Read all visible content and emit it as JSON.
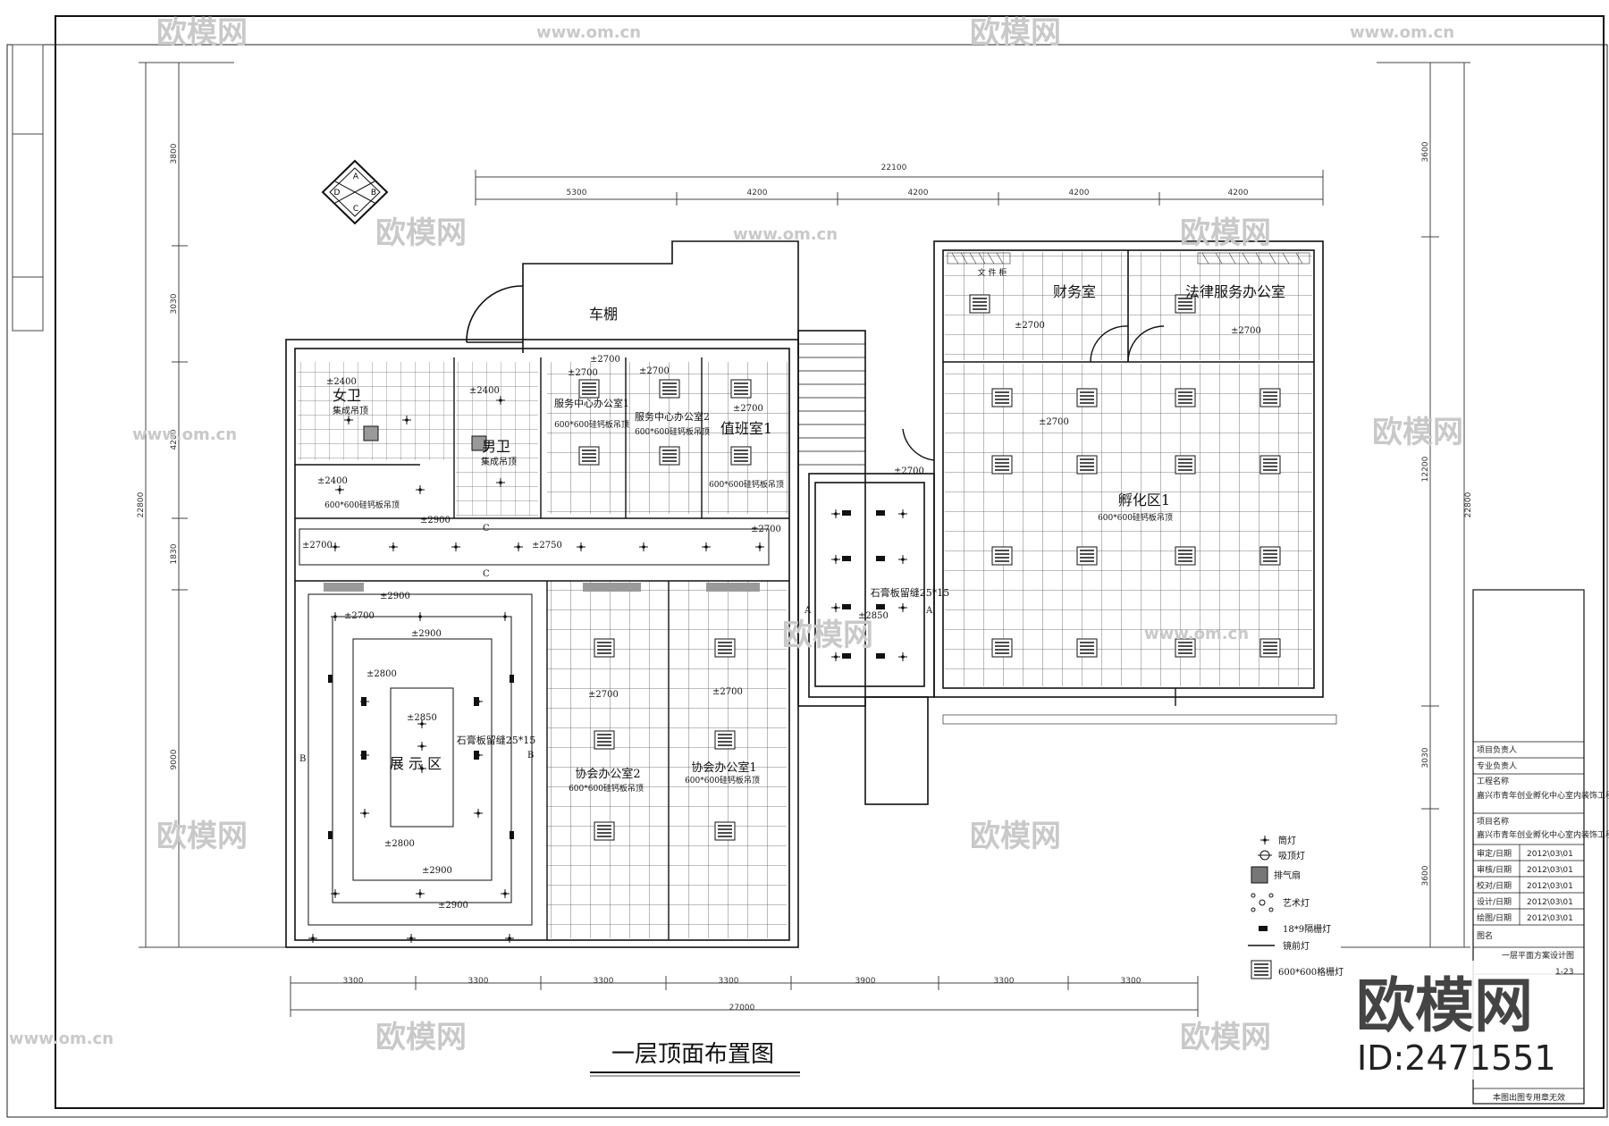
{
  "drawing_title": "一层顶面布置图",
  "compass": {
    "a": "A",
    "b": "B",
    "c": "C",
    "d": "D"
  },
  "dimensions": {
    "top_total": "22100",
    "top_segments": [
      "5300",
      "4200",
      "4200",
      "4200",
      "4200"
    ],
    "bottom_total": "27000",
    "bottom_segments": [
      "3300",
      "3300",
      "3300",
      "3300",
      "3900",
      "3300",
      "3300"
    ],
    "left_total": "22800",
    "left_segments": [
      "3800",
      "3030",
      "4200",
      "1830",
      "9000"
    ],
    "right_total": "22800",
    "right_segments": [
      "3600",
      "12200",
      "3030",
      "3600"
    ]
  },
  "rooms": {
    "carport": "车棚",
    "finance": "财务室",
    "legal": "法律服务办公室",
    "women_wc": "女卫",
    "men_wc": "男卫",
    "service1": "服务中心办公室1",
    "service2": "服务中心办公室2",
    "duty": "值班室1",
    "incubation": "孵化区1",
    "exhibit": "展 示 区",
    "assoc2": "协会办公室2",
    "assoc1": "协会办公室1",
    "file_cabinet": "文 件 柜"
  },
  "notes": {
    "ceiling_600": "600*600硅钙板吊顶",
    "integrated": "集成吊顶",
    "gypsum_gap": "石膏板留缝25*15"
  },
  "elevations": [
    "±2400",
    "±2400",
    "±2400",
    "±2700",
    "±2700",
    "±2700",
    "±2700",
    "±2700",
    "±2700",
    "±2700",
    "±2900",
    "±2700",
    "±2750",
    "±2700",
    "±2900",
    "±2700",
    "±2900",
    "±2800",
    "±2850",
    "±2800",
    "±2900",
    "±2900",
    "±2700",
    "±2700",
    "±2850",
    "±2700"
  ],
  "section_marks": {
    "a": "A",
    "b": "B",
    "c": "C"
  },
  "legend": {
    "items": [
      "筒灯",
      "吸顶灯",
      "排气扇",
      "艺术灯",
      "18*9隔栅灯",
      "镜前灯",
      "600*600格栅灯"
    ]
  },
  "title_block": {
    "rows": [
      {
        "label": "项目负责人",
        "value": ""
      },
      {
        "label": "专业负责人",
        "value": ""
      },
      {
        "label": "工程名称",
        "value": "嘉兴市青年创业孵化中心室内装饰工程"
      },
      {
        "label": "项目名称",
        "value": "嘉兴市青年创业孵化中心室内装饰工程"
      },
      {
        "label": "审定/日期",
        "value": "2012\\03\\01"
      },
      {
        "label": "审核/日期",
        "value": "2012\\03\\01"
      },
      {
        "label": "校对/日期",
        "value": "2012\\03\\01"
      },
      {
        "label": "设计/日期",
        "value": "2012\\03\\01"
      },
      {
        "label": "绘图/日期",
        "value": "2012\\03\\01"
      },
      {
        "label": "图名",
        "value": ""
      }
    ],
    "drawing_name": "一层平面方案设计图",
    "sheet_no": "1-23",
    "footer": "本图出图专用章无效"
  },
  "watermarks": {
    "logo_text": "欧模网",
    "url": "www.om.cn",
    "brand": "欧模网",
    "id": "ID:2471551"
  }
}
